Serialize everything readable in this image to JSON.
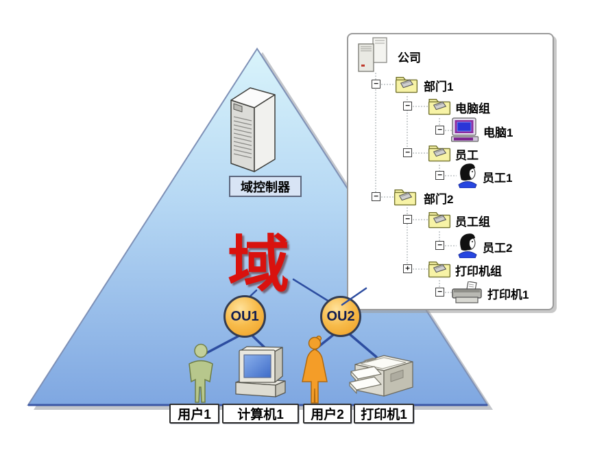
{
  "domain": {
    "big_label": "域",
    "controller_label": "域控制器",
    "ou1_label": "OU1",
    "ou2_label": "OU2"
  },
  "bottom_tags": {
    "user1": "用户1",
    "computer1": "计算机1",
    "user2": "用户2",
    "printer1": "打印机1"
  },
  "tree": {
    "root_label": "公司",
    "items": [
      {
        "label": "部门1",
        "icon": "folder",
        "toggle": "−"
      },
      {
        "label": "电脑组",
        "icon": "folder",
        "toggle": "−"
      },
      {
        "label": "电脑1",
        "icon": "computer",
        "toggle": "−"
      },
      {
        "label": "员工",
        "icon": "folder",
        "toggle": "−"
      },
      {
        "label": "员工1",
        "icon": "person",
        "toggle": "−"
      },
      {
        "label": "部门2",
        "icon": "folder",
        "toggle": "−"
      },
      {
        "label": "员工组",
        "icon": "folder",
        "toggle": "−"
      },
      {
        "label": "员工2",
        "icon": "person",
        "toggle": "−"
      },
      {
        "label": "打印机组",
        "icon": "folder",
        "toggle": "+"
      },
      {
        "label": "打印机1",
        "icon": "printer",
        "toggle": "−"
      }
    ]
  },
  "colors": {
    "triangle_top": "#d9f4fb",
    "triangle_mid": "#b4d6f3",
    "triangle_bottom": "#7fa7e1",
    "domain_char_red": "#d9120e",
    "ou_fill": "#f7bb4a",
    "connector_blue": "#2d4da0",
    "folder_yellow": "#f7f3a6"
  }
}
